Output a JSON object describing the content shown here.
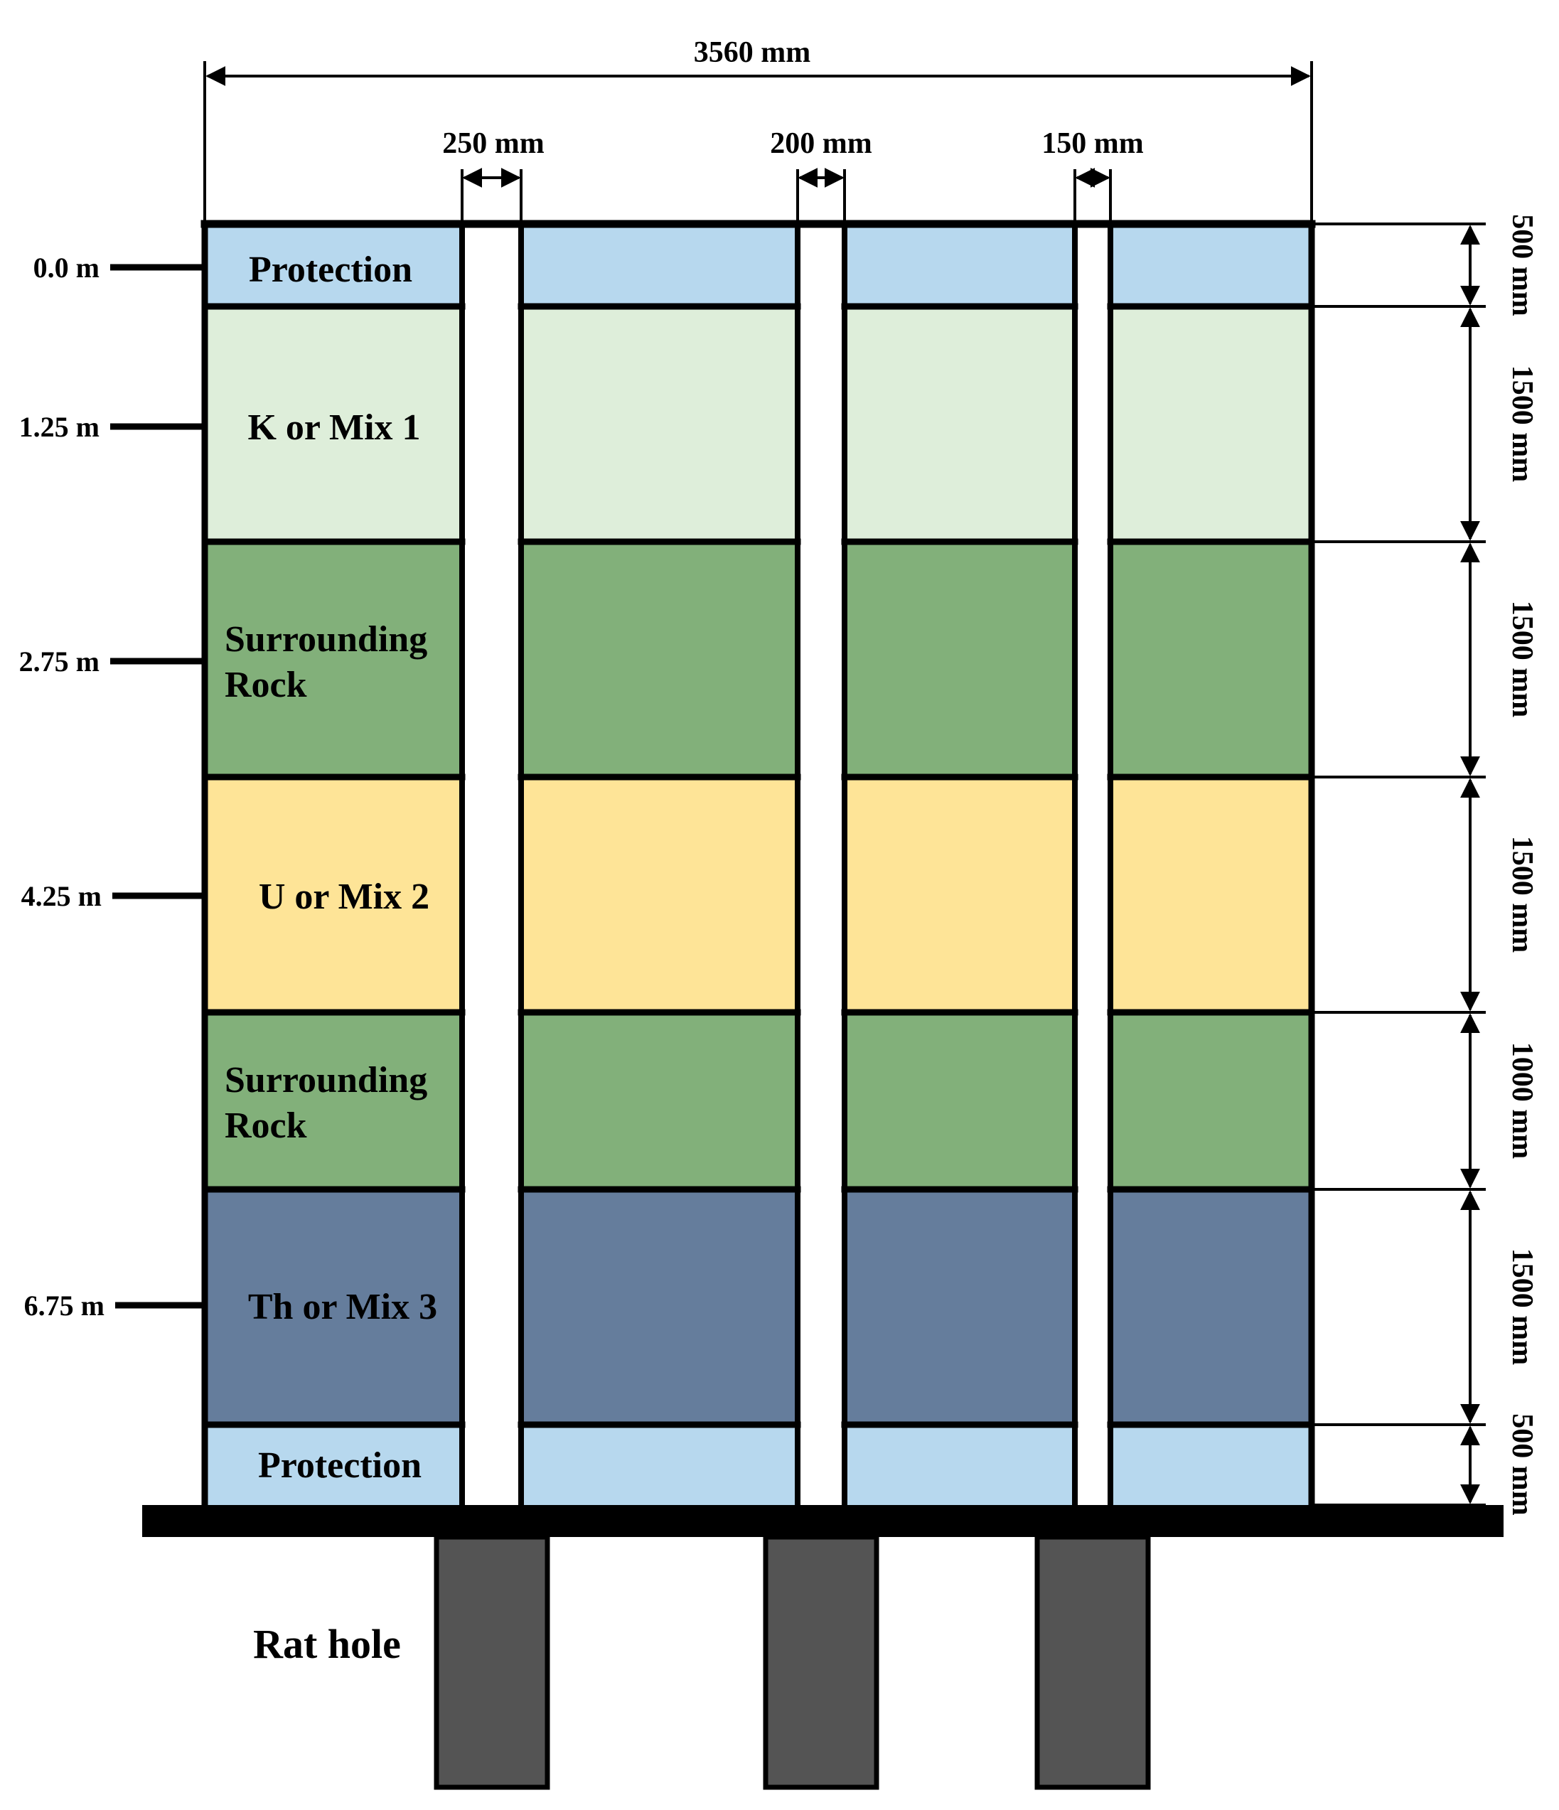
{
  "diagram": {
    "total_width_label": "3560 mm",
    "hole_widths": [
      {
        "label": "250 mm"
      },
      {
        "label": "200 mm"
      },
      {
        "label": "150 mm"
      }
    ],
    "layers": [
      {
        "name": "Protection",
        "thickness_label": "500 mm",
        "depth_label": "0.0 m",
        "color": "#B7D8EE"
      },
      {
        "name": "K or Mix 1",
        "thickness_label": "1500 mm",
        "depth_label": "1.25 m",
        "color": "#DEEEDA"
      },
      {
        "name": "Surrounding Rock",
        "name_lines": [
          "Surrounding",
          "Rock"
        ],
        "thickness_label": "1500 mm",
        "depth_label": "2.75 m",
        "color": "#82B07A"
      },
      {
        "name": "U or Mix 2",
        "thickness_label": "1500 mm",
        "depth_label": "4.25 m",
        "color": "#FEE497"
      },
      {
        "name": "Surrounding Rock",
        "name_lines": [
          "Surrounding",
          "Rock"
        ],
        "thickness_label": "1000 mm",
        "depth_label": "",
        "color": "#82B07A"
      },
      {
        "name": "Th or Mix 3",
        "thickness_label": "1500 mm",
        "depth_label": "6.75 m",
        "color": "#657D9C"
      },
      {
        "name": "Protection",
        "thickness_label": "500 mm",
        "depth_label": "",
        "color": "#B7D8EE"
      }
    ],
    "rat_hole_label": "Rat hole",
    "colors": {
      "outline": "#000000",
      "base": "#000000",
      "rat_hole": "#545454",
      "hole": "#FFFFFF"
    }
  }
}
